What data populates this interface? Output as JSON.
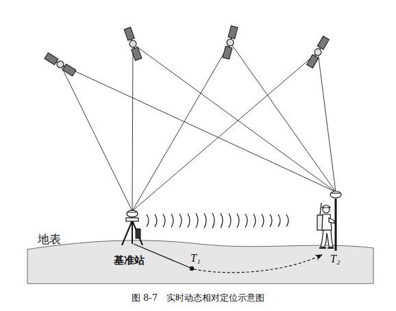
{
  "diagram": {
    "caption": "图 8-7　实时动态相对定位示意图",
    "labels": [
      "地表",
      "基准站",
      "T₁",
      "T₂"
    ]
  }
}
